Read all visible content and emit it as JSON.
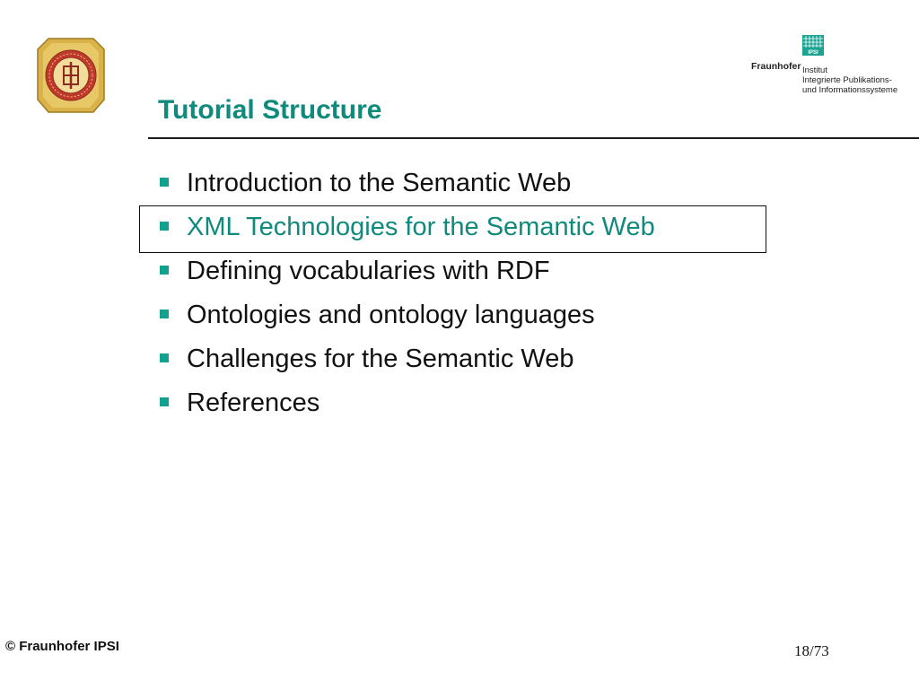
{
  "slide": {
    "title": "Tutorial Structure",
    "bullets": [
      {
        "text": "Introduction to the Semantic Web",
        "highlighted": false
      },
      {
        "text": "XML Technologies for the Semantic Web",
        "highlighted": true
      },
      {
        "text": "Defining vocabularies with RDF",
        "highlighted": false
      },
      {
        "text": "Ontologies and ontology languages",
        "highlighted": false
      },
      {
        "text": "Challenges for the Semantic Web",
        "highlighted": false
      },
      {
        "text": "References",
        "highlighted": false
      }
    ]
  },
  "logo": {
    "brand": "Fraunhofer",
    "mark_label": "IPSI",
    "lines": [
      "Institut",
      "Integrierte Publikations-",
      "und Informationssysteme"
    ]
  },
  "footer": {
    "copyright": "© Fraunhofer IPSI",
    "page": "18/73"
  },
  "colors": {
    "accent": "#0f8a7d",
    "bullet": "#12a08f",
    "seal_gold": "#d9b24a",
    "seal_red": "#c0392b"
  }
}
